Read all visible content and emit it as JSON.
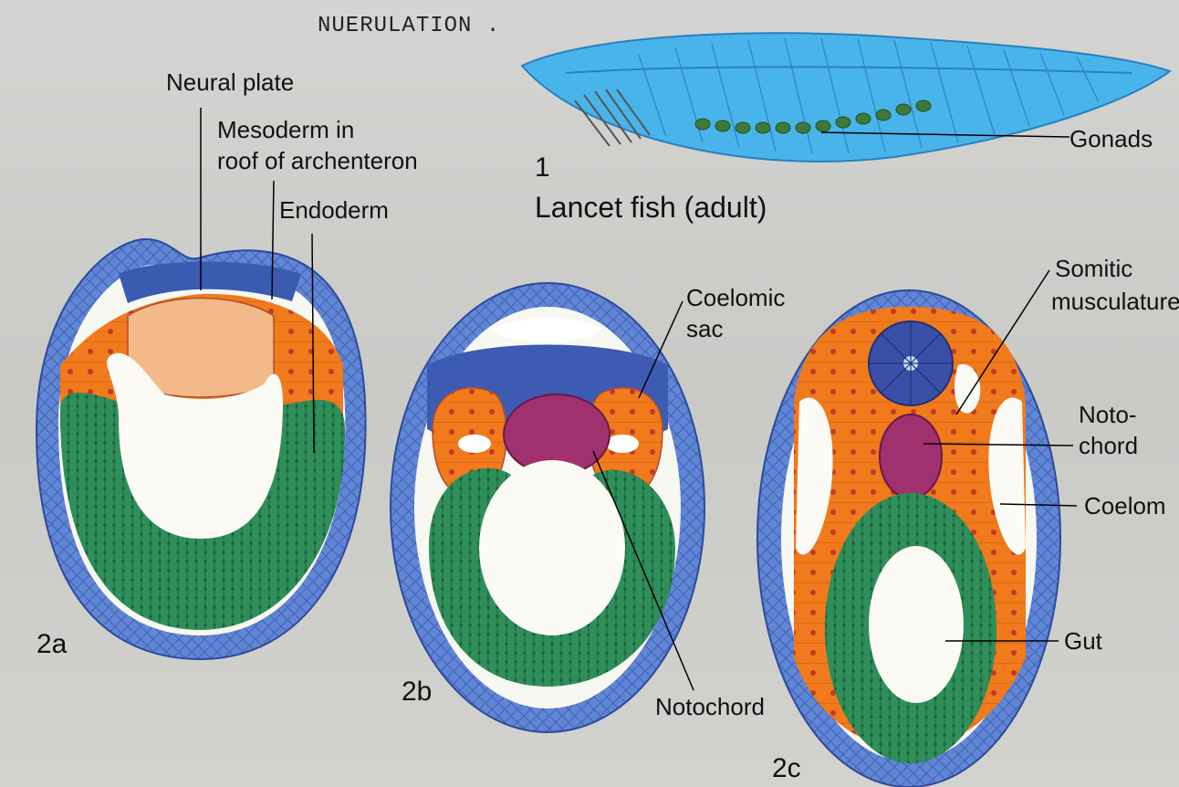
{
  "title": "NUERULATION .",
  "fish": {
    "number": "1",
    "caption": "Lancet fish (adult)",
    "gonads": "Gonads"
  },
  "panel_2a": {
    "id": "2a",
    "neural_plate": "Neural plate",
    "mesoderm_line1": "Mesoderm in",
    "mesoderm_line2": "roof of archenteron",
    "endoderm": "Endoderm"
  },
  "panel_2b": {
    "id": "2b",
    "coelomic_line1": "Coelomic",
    "coelomic_line2": "sac",
    "notochord": "Notochord"
  },
  "panel_2c": {
    "id": "2c",
    "somitic_line1": "Somitic",
    "somitic_line2": "musculature",
    "notochord_line1": "Noto-",
    "notochord_line2": "chord",
    "coelom": "Coelom",
    "gut": "Gut"
  },
  "colors": {
    "ectoderm": "#5b7fd0",
    "neural": "#3552a6",
    "mesoderm": "#f07a1c",
    "endoderm": "#2f8f5a",
    "notochord": "#a0306e",
    "fish": "#3eaee6"
  }
}
